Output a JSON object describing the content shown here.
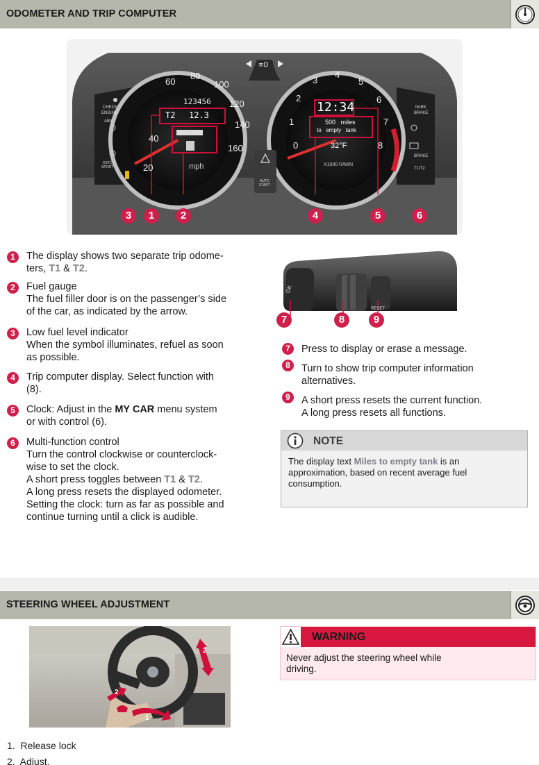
{
  "section1": {
    "title": "ODOMETER AND TRIP COMPUTER",
    "icon": "gauge-icon"
  },
  "cluster": {
    "speed_labels": [
      "20",
      "40",
      "60",
      "80",
      "100",
      "120",
      "140",
      "160"
    ],
    "speed_unit": "mph",
    "rpm_labels": [
      "0",
      "1",
      "2",
      "3",
      "4",
      "5",
      "6",
      "7",
      "8"
    ],
    "rpm_unit": "X1000 R/MIN",
    "odometer": "123456",
    "trip_label": "T2",
    "trip_value": "12.3",
    "clock": "12:34",
    "range_line1": "500   miles",
    "range_line2": "to   empty   tank",
    "temperature": "32°F",
    "left_lamps": [
      "CHECK",
      "ENGINE",
      "ABS",
      "DSTC",
      "SPORT"
    ],
    "right_lamps": [
      "PARK",
      "BRAKE",
      "BRAKE",
      "T1/T2"
    ],
    "auto_start_1": "AUTO",
    "auto_start_2": "START",
    "callouts": [
      "3",
      "1",
      "2",
      "4",
      "5",
      "6"
    ]
  },
  "items_left": [
    {
      "num": "1",
      "lines": [
        "The display shows two separate trip odome-",
        "ters, "
      ],
      "t1": "T1",
      "amp": " & ",
      "t2": "T2",
      "end": "."
    },
    {
      "num": "2",
      "lines": [
        "Fuel gauge",
        "The fuel filler door is on the passenger’s side",
        "of the car, as indicated by the arrow."
      ]
    },
    {
      "num": "3",
      "lines": [
        "Low fuel level indicator",
        "When the symbol illuminates, refuel as soon",
        "as possible."
      ]
    },
    {
      "num": "4",
      "lines": [
        "Trip computer display. Select function with",
        "(8)."
      ]
    },
    {
      "num": "5",
      "pre": "Clock: Adjust in the ",
      "bold": "MY CAR",
      "post": " menu system",
      "line2": "or with control (6)."
    },
    {
      "num": "6",
      "lines": [
        "Multi-function control",
        "Turn the control clockwise or counterclock-",
        "wise to set the clock."
      ],
      "toggle_pre": "A short press toggles between ",
      "t1": "T1",
      "amp": " & ",
      "t2": "T2",
      "end": ".",
      "lines2": [
        "A long press resets the displayed odometer.",
        "Setting the clock: turn as far as possible and",
        "continue turning until a click is audible."
      ]
    }
  ],
  "stalk": {
    "ok_label": "OK",
    "reset_label": "RESET",
    "callouts": [
      "7",
      "8",
      "9"
    ]
  },
  "items_right": [
    {
      "num": "7",
      "lines": [
        "Press to display or erase a message."
      ]
    },
    {
      "num": "8",
      "lines": [
        "Turn to show trip computer information",
        "alternatives."
      ]
    },
    {
      "num": "9",
      "lines": [
        "A short press resets the current function.",
        "A long press resets all functions."
      ]
    }
  ],
  "note": {
    "label": "NOTE",
    "pre": "The display text ",
    "highlight": "Miles to empty tank",
    "post": " is an",
    "line2": "approximation, based on recent average fuel",
    "line3": "consumption."
  },
  "section2": {
    "title": "STEERING WHEEL ADJUSTMENT",
    "icon": "steering-wheel-icon"
  },
  "steer_photo": {
    "callouts": [
      "1",
      "2",
      "2"
    ]
  },
  "warning": {
    "label": "WARNING",
    "line1": "Never adjust the steering wheel while",
    "line2": "driving."
  },
  "steps": [
    "1.  Release lock",
    "2.  Adjust."
  ],
  "colors": {
    "accent": "#cf1f4b",
    "header_bar": "#b6b7ab",
    "highlight_text": "#7d7e86",
    "warning_red": "#d8173f"
  }
}
